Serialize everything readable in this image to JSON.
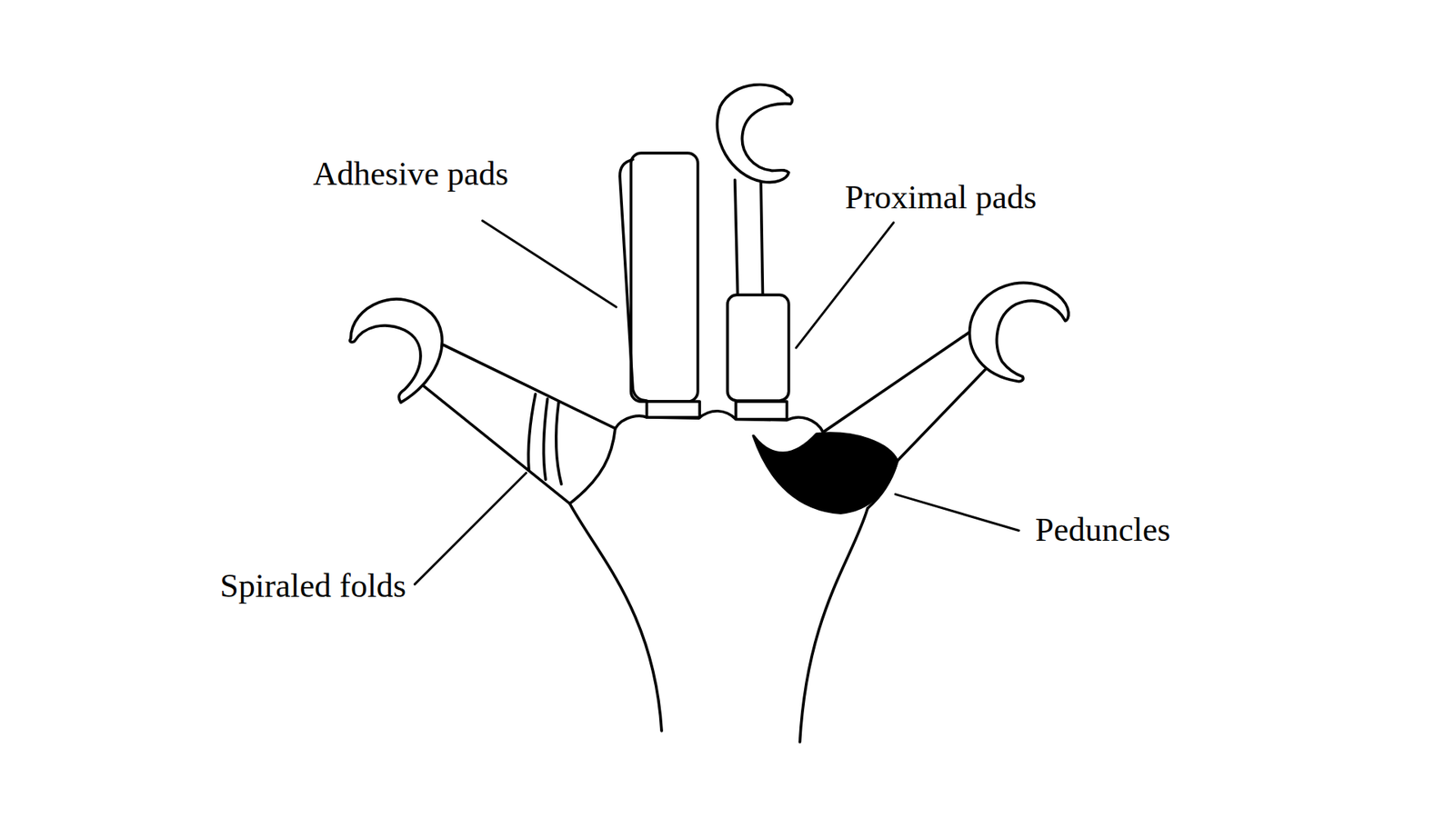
{
  "diagram": {
    "labels": [
      "Adhesive pads",
      "Proximal pads",
      "Spiraled folds",
      "Peduncles"
    ]
  }
}
